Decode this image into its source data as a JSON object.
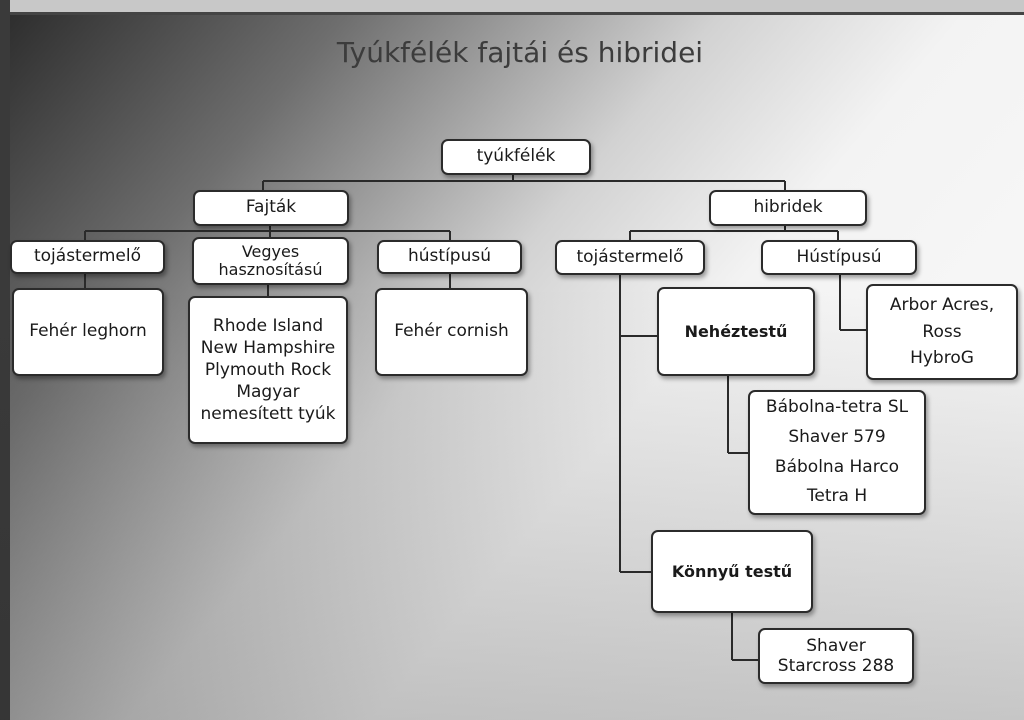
{
  "title": "Tyúkfélék fajtái és hibridei",
  "nodes": {
    "root": {
      "label": "tyúkfélék"
    },
    "fajtak": {
      "label": "Fajták"
    },
    "hibridek": {
      "label": "hibridek"
    },
    "f_tojas": {
      "label": "tojástermelő"
    },
    "f_vegyes": {
      "lines": [
        "Vegyes",
        "hasznosítású"
      ]
    },
    "f_hus": {
      "label": "hústípusú"
    },
    "h_tojas": {
      "label": "tojástermelő"
    },
    "h_hus": {
      "label": "Hústípusú"
    },
    "feher_leghorn": {
      "label": "Fehér leghorn"
    },
    "vegyes_list": {
      "lines": [
        "Rhode Island",
        "New Hampshire",
        "Plymouth Rock",
        "Magyar",
        "nemesített tyúk"
      ]
    },
    "feher_cornish": {
      "label": "Fehér cornish"
    },
    "nehez": {
      "label": "Nehéztestű"
    },
    "hus_list": {
      "lines": [
        "Arbor Acres,",
        "Ross",
        "HybroG"
      ]
    },
    "nehez_list": {
      "lines": [
        "Bábolna-tetra SL",
        "Shaver 579",
        "Bábolna Harco",
        "Tetra H"
      ]
    },
    "konnyu": {
      "label": "Könnyű testű"
    },
    "konnyu_list": {
      "lines": [
        "Shaver",
        "Starcross 288"
      ]
    }
  }
}
